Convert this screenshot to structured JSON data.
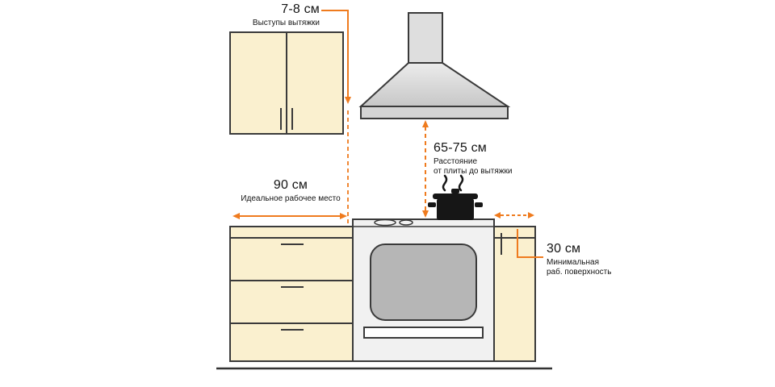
{
  "labels": {
    "hood_protrusion": {
      "value": "7-8 см",
      "caption": "Выступы вытяжки"
    },
    "hood_distance": {
      "value": "65-75 см",
      "caption": "Расстояние\nот плиты до вытяжки"
    },
    "worktop": {
      "value": "90 см",
      "caption": "Идеальное рабочее место"
    },
    "min_surface": {
      "value": "30 см",
      "caption": "Минимальная\nраб. поверхность"
    }
  },
  "colors": {
    "accent": "#EF7B1E",
    "cabinet_fill": "#FAF0CF",
    "outline": "#3A3A3A",
    "oven_glass": "#B6B6B6",
    "stove_body": "#F1F1F1",
    "hood_rim": "#D4D4D4",
    "chimney": "#DEDEDE"
  }
}
